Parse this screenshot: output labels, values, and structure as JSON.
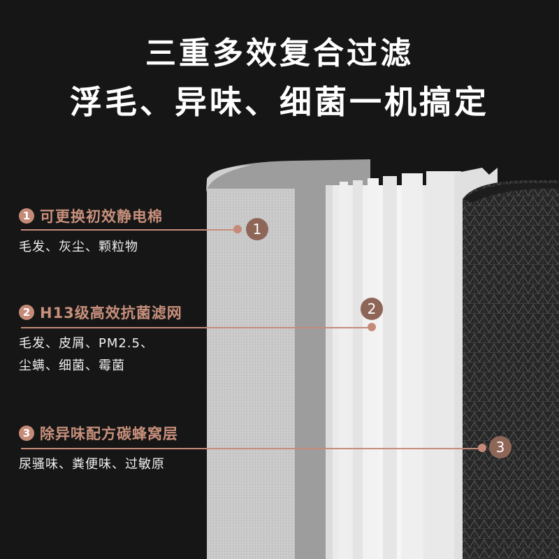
{
  "header": {
    "title_line1": "三重多效复合过滤",
    "title_line2": "浮毛、异味、细菌一机搞定"
  },
  "features": [
    {
      "number": "1",
      "label": "可更换初效静电棉",
      "desc": [
        "毛发、灰尘、颗粒物"
      ]
    },
    {
      "number": "2",
      "label": "H13级高效抗菌滤网",
      "desc": [
        "毛发、皮屑、PM2.5、",
        "尘螨、细菌、霉菌"
      ]
    },
    {
      "number": "3",
      "label": "除异味配方碳蜂窝层",
      "desc": [
        "尿骚味、粪便味、过敏原"
      ]
    }
  ],
  "markers": [
    "1",
    "2",
    "3"
  ],
  "colors": {
    "background": "#161616",
    "accent": "#c58b78",
    "marker": "#8e6658",
    "text": "#ffffff"
  }
}
